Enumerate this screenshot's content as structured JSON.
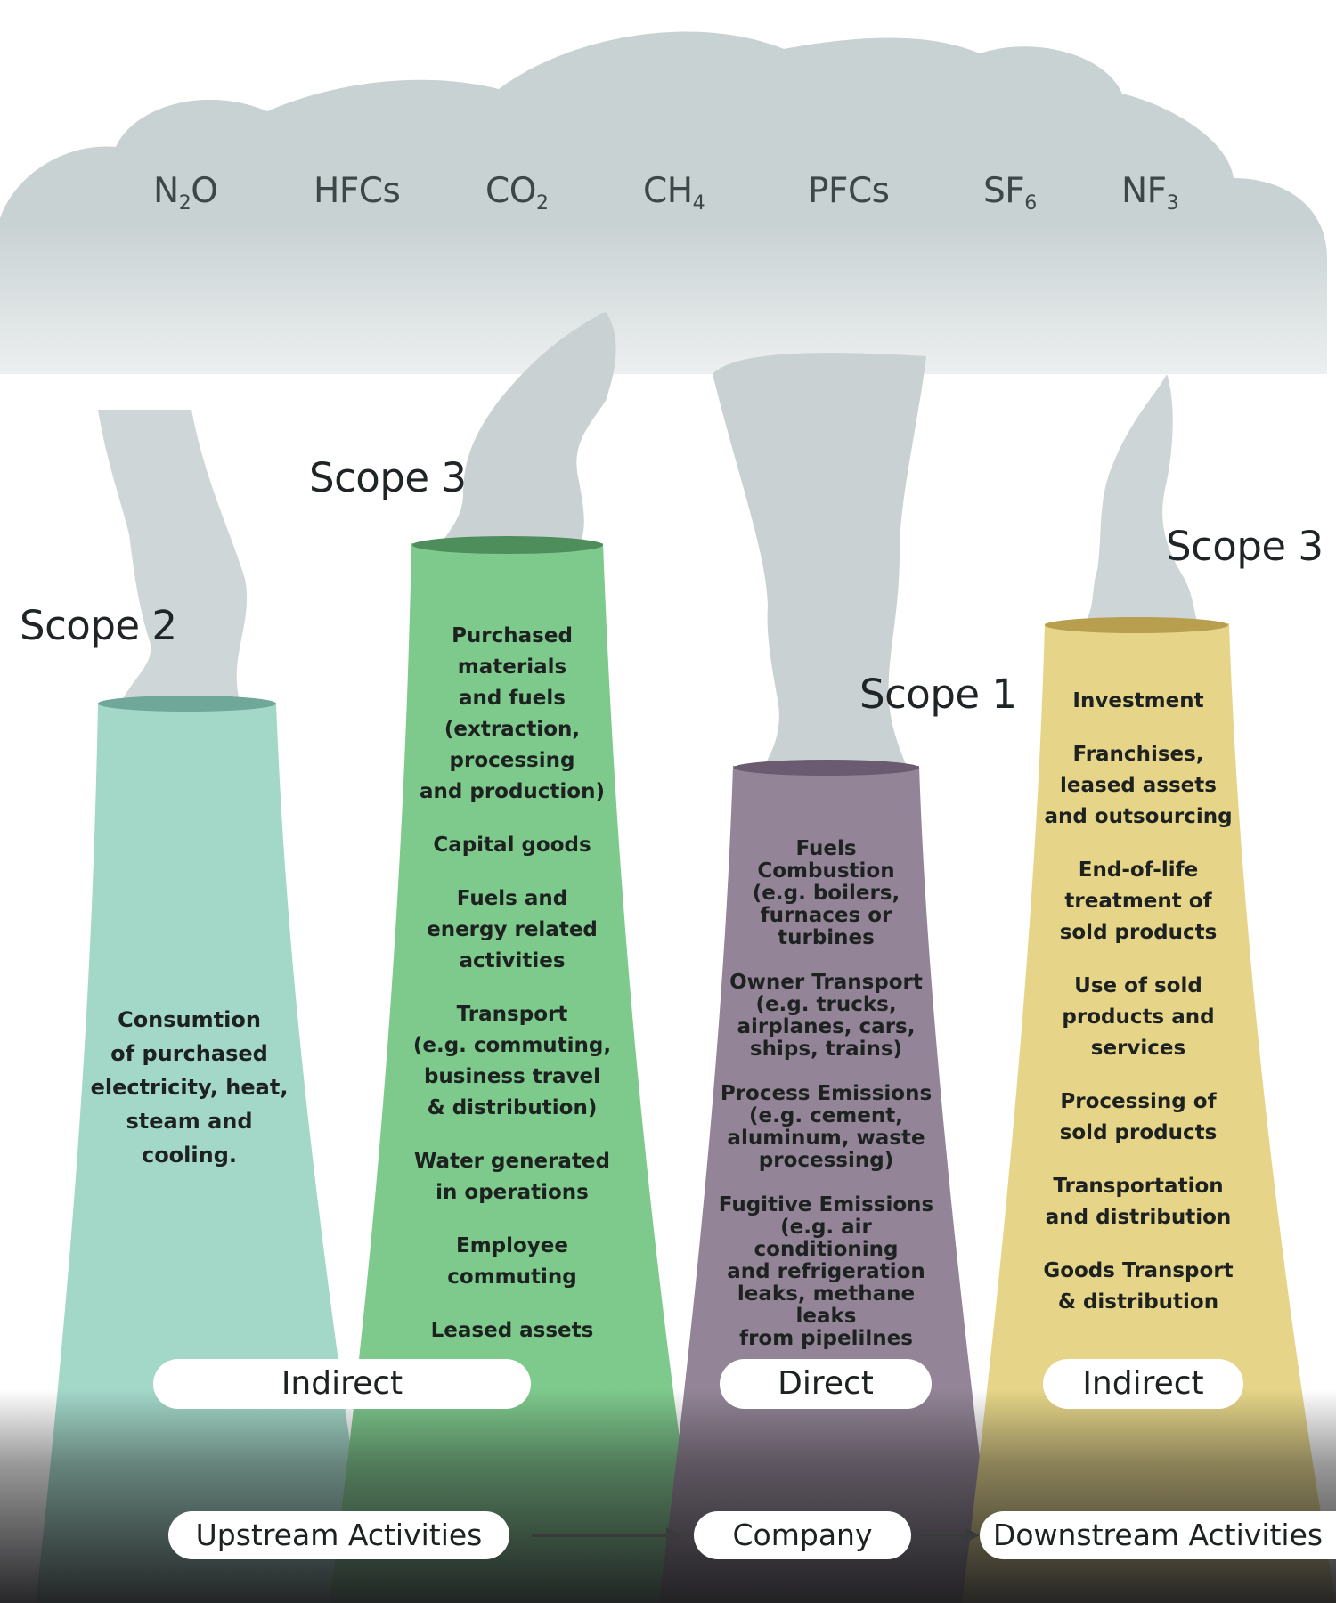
{
  "colors": {
    "cloud": "#c9d2d3",
    "scope2_stack": "#a3d8c9",
    "scope3_upstream_stack": "#7dca8c",
    "scope1_stack": "#938597",
    "scope3_downstream_stack": "#e6d588",
    "ground": "#2b2b2d"
  },
  "gases": [
    {
      "base": "N",
      "sub": "2",
      "tail": "O"
    },
    {
      "base": "HFCs",
      "sub": "",
      "tail": ""
    },
    {
      "base": "CO",
      "sub": "2",
      "tail": ""
    },
    {
      "base": "CH",
      "sub": "4",
      "tail": ""
    },
    {
      "base": "PFCs",
      "sub": "",
      "tail": ""
    },
    {
      "base": "SF",
      "sub": "6",
      "tail": ""
    },
    {
      "base": "NF",
      "sub": "3",
      "tail": ""
    }
  ],
  "stacks": {
    "scope2": {
      "label": "Scope 2",
      "text": "Consumtion\nof purchased\nelectricity, heat,\nsteam and cooling."
    },
    "scope3_upstream": {
      "label": "Scope 3",
      "items": [
        "Purchased\nmaterials\nand fuels\n(extraction,\nprocessing\nand production)",
        "Capital goods",
        "Fuels and\nenergy related\nactivities",
        "Transport\n(e.g. commuting,\nbusiness travel\n& distribution)",
        "Water generated\nin operations",
        "Employee commuting",
        "Leased assets"
      ]
    },
    "scope1": {
      "label": "Scope 1",
      "items": [
        "Fuels\nCombustion\n(e.g. boilers,\nfurnaces or\nturbines",
        "Owner Transport\n(e.g. trucks,\nairplanes, cars,\nships, trains)",
        "Process Emissions\n(e.g. cement,\naluminum, waste\nprocessing)",
        "Fugitive Emissions\n(e.g. air conditioning\nand refrigeration\nleaks, methane leaks\nfrom pipelilnes"
      ]
    },
    "scope3_downstream": {
      "label": "Scope 3",
      "items": [
        "Investment",
        "Franchises,\nleased assets\nand outsourcing",
        "End-of-life\ntreatment of\nsold products",
        "Use of sold\nproducts and\nservices",
        "Processing of\nsold products",
        "Transportation\nand distribution",
        "Goods Transport\n& distribution"
      ]
    }
  },
  "tags": {
    "indirect_left": "Indirect",
    "direct": "Direct",
    "indirect_right": "Indirect"
  },
  "activities": {
    "upstream": "Upstream Activities",
    "company": "Company",
    "downstream": "Downstream Activities"
  }
}
